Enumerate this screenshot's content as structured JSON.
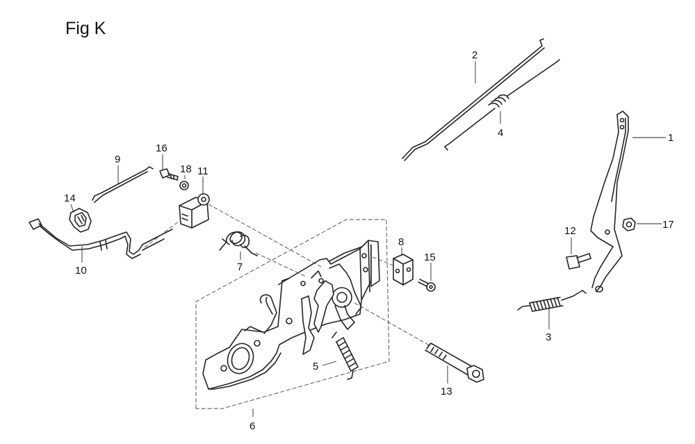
{
  "figure": {
    "title": "Fig K"
  },
  "callouts": {
    "c1": "1",
    "c2": "2",
    "c3": "3",
    "c4": "4",
    "c5": "5",
    "c6": "6",
    "c7": "7",
    "c8": "8",
    "c9": "9",
    "c10": "10",
    "c11": "11",
    "c12": "12",
    "c13": "13",
    "c14": "14",
    "c15": "15",
    "c16": "16",
    "c17": "17",
    "c18": "18"
  }
}
